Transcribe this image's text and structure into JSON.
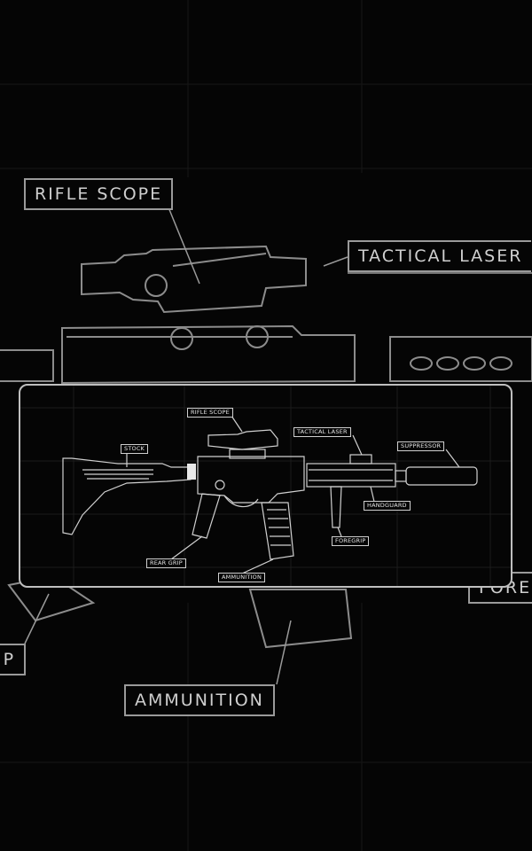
{
  "background": {
    "labels": {
      "rifle_scope": "RIFLE SCOPE",
      "tactical_laser": "TACTICAL LASER",
      "ammunition": "AMMUNITION",
      "grip_fragment": "IP",
      "fore_fragment": "FORE"
    }
  },
  "card": {
    "labels": {
      "rifle_scope": "RIFLE SCOPE",
      "tactical_laser": "TACTICAL LASER",
      "suppressor": "SUPPRESSOR",
      "stock": "STOCK",
      "handguard": "HANDGUARD",
      "rear_grip": "REAR GRIP",
      "foregrip": "FOREGRIP",
      "ammunition": "AMMUNITION"
    }
  },
  "colors": {
    "background": "#050505",
    "line": "#bdbdbd",
    "grid": "#1a1a1a"
  }
}
